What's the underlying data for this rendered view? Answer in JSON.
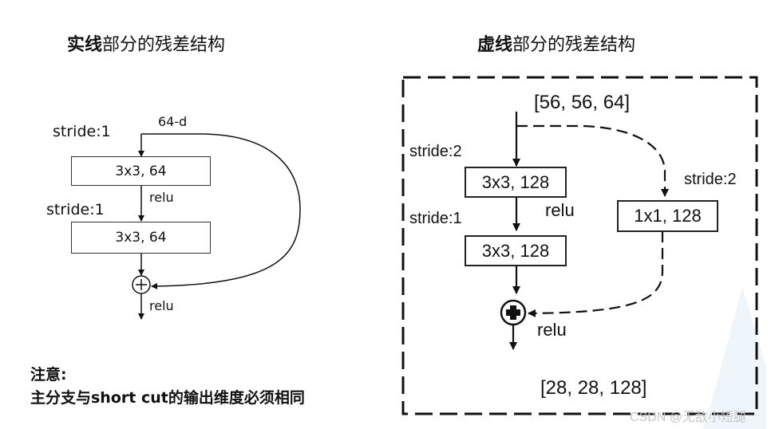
{
  "left_title": {
    "bold": "实线",
    "rest": "部分的残差结构"
  },
  "right_title": {
    "bold": "虚线",
    "rest": "部分的残差结构"
  },
  "left": {
    "stride1_top": "stride:1",
    "dim": "64-d",
    "box1": "3x3, 64",
    "relu1": "relu",
    "stride1_mid": "stride:1",
    "box2": "3x3, 64",
    "relu_out": "relu"
  },
  "right": {
    "input_shape": "[56, 56, 64]",
    "stride2_left": "stride:2",
    "box1": "3x3, 128",
    "relu1": "relu",
    "stride1": "stride:1",
    "box2": "3x3, 128",
    "shortcut_stride": "stride:2",
    "shortcut_box": "1x1, 128",
    "relu_out": "relu",
    "output_shape": "[28, 28, 128]"
  },
  "note": {
    "line1": "注意:",
    "line2": "主分支与short cut的输出维度必须相同"
  },
  "watermark": "CSDN @无敌小短腿"
}
